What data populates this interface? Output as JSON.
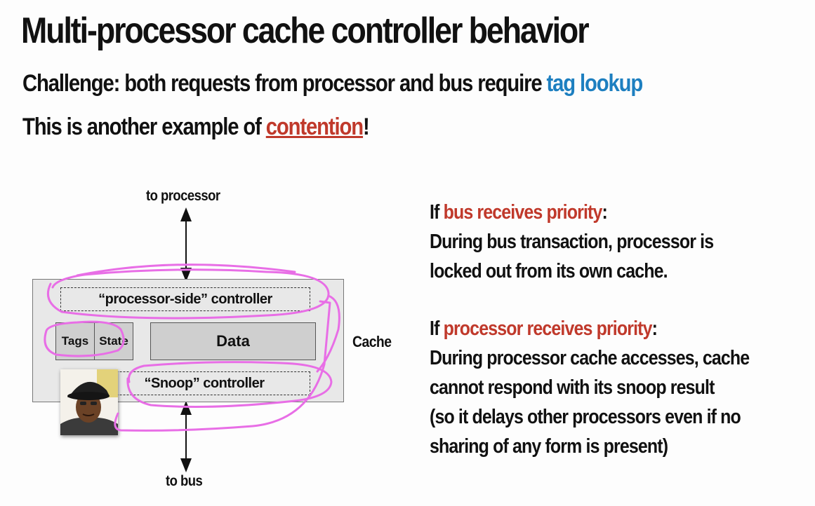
{
  "title": "Multi-processor cache controller behavior",
  "challenge": {
    "prefix": "Challenge: both requests from processor and bus require ",
    "highlight": "tag lookup"
  },
  "contention": {
    "prefix": "This is another example of ",
    "highlight": "contention",
    "suffix": "!"
  },
  "diagram": {
    "to_processor": "to processor",
    "to_bus": "to bus",
    "cache_label": "Cache",
    "processor_side": "“processor-side” controller",
    "tags": "Tags",
    "state": "State",
    "data": "Data",
    "snoop": "“Snoop” controller"
  },
  "bus_priority": {
    "if": "If ",
    "highlight": "bus receives priority",
    "colon": ":",
    "lines": [
      "During bus transaction, processor is",
      "locked out from its own cache."
    ]
  },
  "processor_priority": {
    "if": "If ",
    "highlight": "processor receives priority",
    "colon": ":",
    "lines": [
      "During processor cache accesses, cache",
      "cannot respond with its snoop result",
      "(so it delays other processors even if no",
      "sharing of any form is present)"
    ]
  },
  "colors": {
    "highlight_blue": "#1d7fc0",
    "highlight_red": "#c0392b",
    "annotation_pink": "#e86ee6"
  }
}
